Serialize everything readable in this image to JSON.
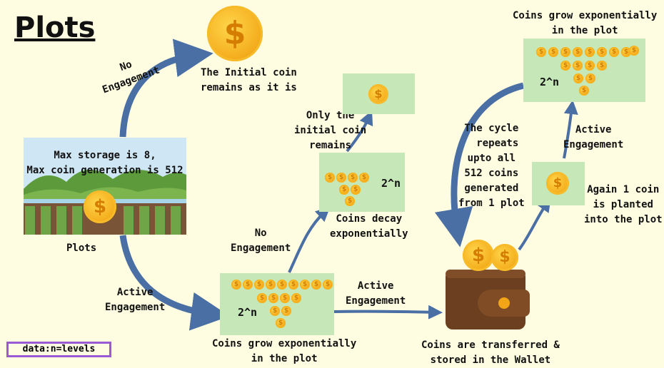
{
  "title": "Plots",
  "labels": {
    "no_engagement_1": "No\nEngagement",
    "initial_coin": "The Initial coin\nremains as it is",
    "plot_info": "Max storage is 8,\nMax coin generation is 512",
    "plots": "Plots",
    "active_engagement_1": "Active\nEngagement",
    "no_engagement_2": "No\nEngagement",
    "only_initial": "Only the\ninitial coin\nremains",
    "coins_decay": "Coins decay\nexponentially",
    "power_decay": "2^n",
    "power_grow_1": "2^n",
    "coins_grow_1": "Coins grow exponentially\nin the plot",
    "active_engagement_2": "Active\nEngagement",
    "wallet": "Coins are transferred &\nstored in the Wallet",
    "cycle": "The cycle\n  repeats\nupto all\n512 coins\ngenerated\nfrom 1 plot",
    "coins_grow_2": "Coins grow exponentially\nin the plot",
    "power_grow_2": "2^n",
    "active_engagement_3": "Active\nEngagement",
    "again_coin": "Again 1 coin\nis planted\ninto the plot",
    "data_note": "data:n=levels"
  },
  "colors": {
    "background": "#fffde1",
    "box_green": "#c6e8b8",
    "arrow_blue": "#4a6fa5",
    "coin_gold": "#f4ae1e",
    "note_border": "#9b59d6"
  }
}
